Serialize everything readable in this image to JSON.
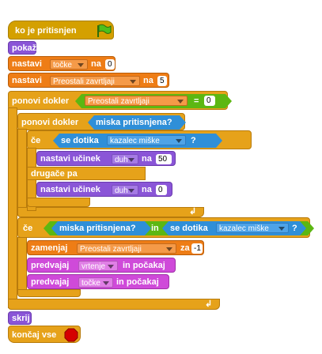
{
  "script": {
    "hat": {
      "label": "ko je pritisnjen",
      "icon": "green-flag-icon"
    },
    "show": "pokaži",
    "set1": {
      "label": "nastavi",
      "var": "točke",
      "to": "na",
      "value": "0"
    },
    "set2": {
      "label": "nastavi",
      "var": "Preostali zavrtljaji",
      "to": "na",
      "value": "5"
    },
    "repeat_until_outer": {
      "label": "ponovi dokler",
      "var": "Preostali zavrtljaji",
      "op": "=",
      "value": "0"
    },
    "repeat_until_inner": {
      "label": "ponovi dokler",
      "condition": "miska pritisnjena?"
    },
    "if_else": {
      "if_label": "če",
      "condition": "se dotika",
      "target": "kazalec miške",
      "qmark": "?",
      "then_set": {
        "label": "nastavi učinek",
        "effect": "duh",
        "to": "na",
        "value": "50"
      },
      "else_label": "drugače pa",
      "else_set": {
        "label": "nastavi učinek",
        "effect": "duh",
        "to": "na",
        "value": "0"
      }
    },
    "if2": {
      "if_label": "če",
      "cond_a": "miska pritisnjena?",
      "and": "in",
      "cond_b": "se dotika",
      "target": "kazalec miške",
      "qmark": "?",
      "change": {
        "label": "zamenjaj",
        "var": "Preostali zavrtljaji",
        "by": "za",
        "value": "-1"
      },
      "play1": {
        "label": "predvajaj",
        "sound": "vrtenje",
        "suffix": "in počakaj"
      },
      "play2": {
        "label": "predvajaj",
        "sound": "točke",
        "suffix": "in počakaj"
      }
    },
    "hide": "skrij",
    "stop": {
      "label": "končaj vse",
      "icon": "stop-sign-icon"
    }
  },
  "colors": {
    "events": "#d4a000",
    "control": "#e6a21a",
    "variables": "#ee7d16",
    "looks": "#8a55d7",
    "sound": "#cf4ad9",
    "sensing": "#2f8fd8",
    "operators": "#5cb712"
  }
}
